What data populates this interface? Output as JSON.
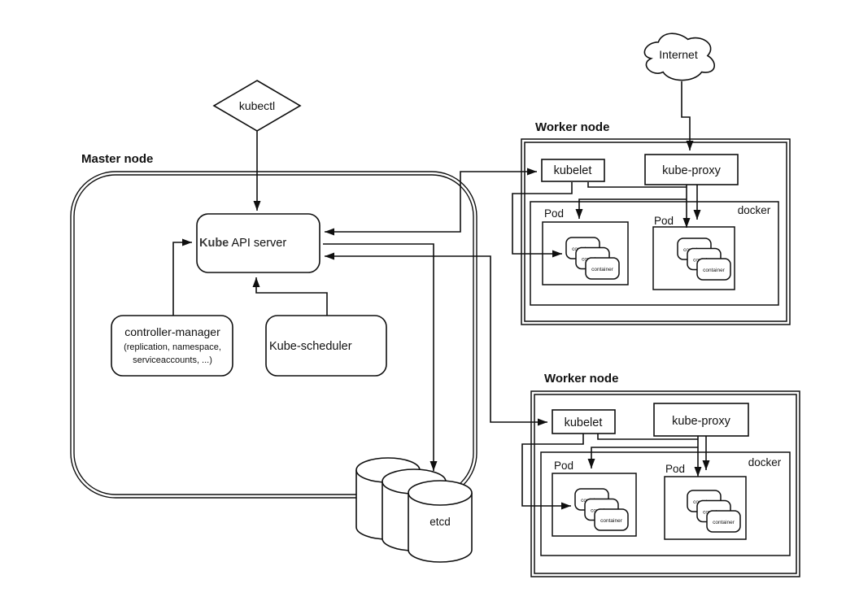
{
  "master": {
    "label": "Master node"
  },
  "kubectl": {
    "label": "kubectl"
  },
  "internet": {
    "label": "Internet"
  },
  "api_server": {
    "label_bold": "Kube",
    "label_rest": " API server"
  },
  "controller_manager": {
    "title": "controller-manager",
    "subtitle1": "(replication, namespace,",
    "subtitle2": "serviceaccounts, ...)"
  },
  "scheduler": {
    "label": "Kube-scheduler"
  },
  "etcd": {
    "label": "etcd"
  },
  "workers": [
    {
      "label": "Worker node",
      "kubelet": "kubelet",
      "kube_proxy": "kube-proxy",
      "docker": "docker",
      "pod1": "Pod",
      "pod2": "Pod",
      "container": "container"
    },
    {
      "label": "Worker node",
      "kubelet": "kubelet",
      "kube_proxy": "kube-proxy",
      "docker": "docker",
      "pod1": "Pod",
      "pod2": "Pod",
      "container": "container"
    }
  ],
  "colors": {
    "stroke": "#0f0f0f",
    "background": "#ffffff"
  }
}
